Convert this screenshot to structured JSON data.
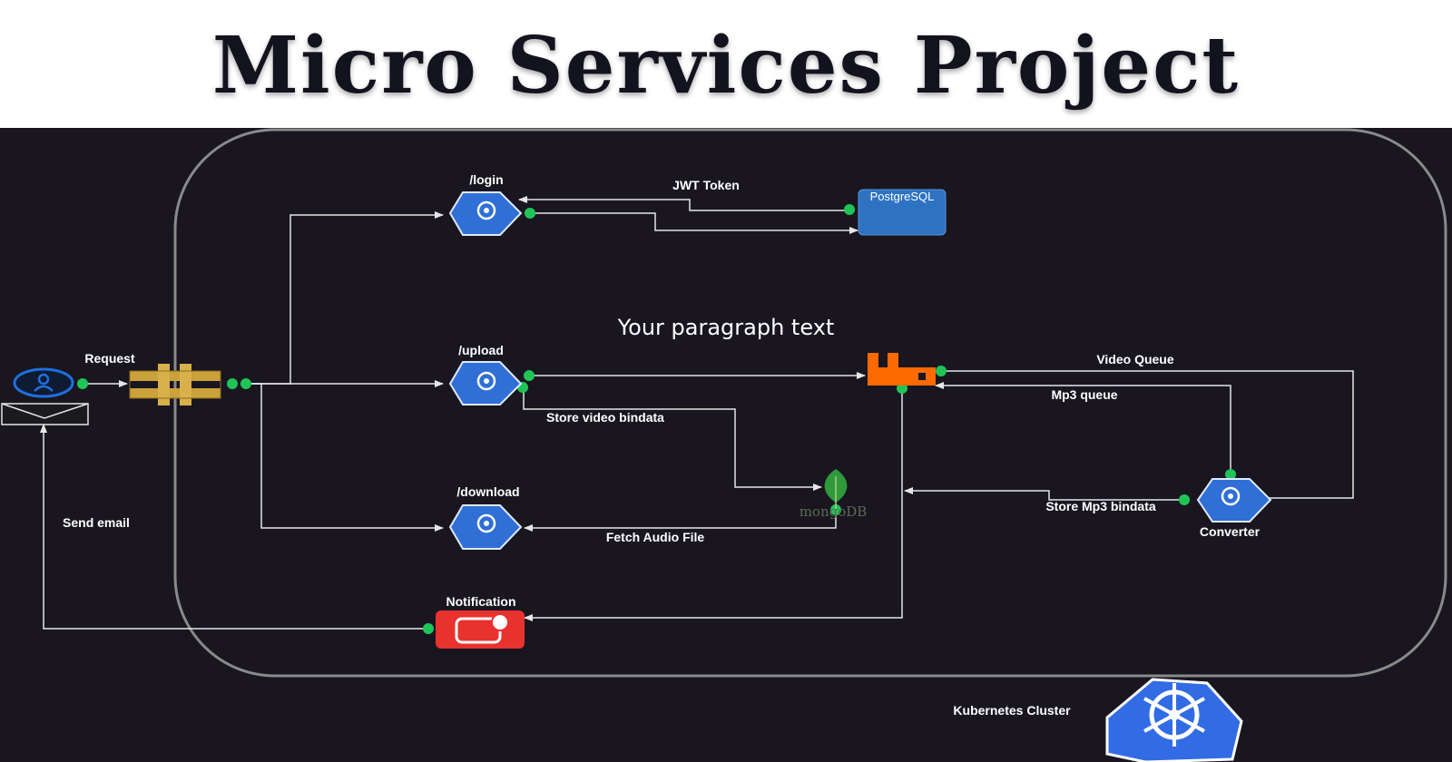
{
  "title": "Micro Services Project",
  "paragraph_text": "Your paragraph text",
  "nodes": {
    "login": "/login",
    "upload": "/upload",
    "download": "/download",
    "notification": "Notification",
    "converter": "Converter",
    "postgres": "PostgreSQL",
    "mongo": "mongoDB",
    "request": "Request",
    "cluster": "Kubernetes Cluster"
  },
  "edges": {
    "jwt_token": "JWT Token",
    "store_video": "Store video bindata",
    "fetch_audio": "Fetch Audio File",
    "video_queue": "Video Queue",
    "mp3_queue": "Mp3 queue",
    "store_mp3": "Store Mp3 bindata",
    "send_email": "Send email"
  },
  "colors": {
    "background": "#191620",
    "service": "#2f6fd6",
    "connector_dot": "#1fc457",
    "rabbitmq": "#ff6a00",
    "notification": "#e8322d",
    "postgres": "#2e72c2",
    "gateway": "#c9a23a"
  }
}
